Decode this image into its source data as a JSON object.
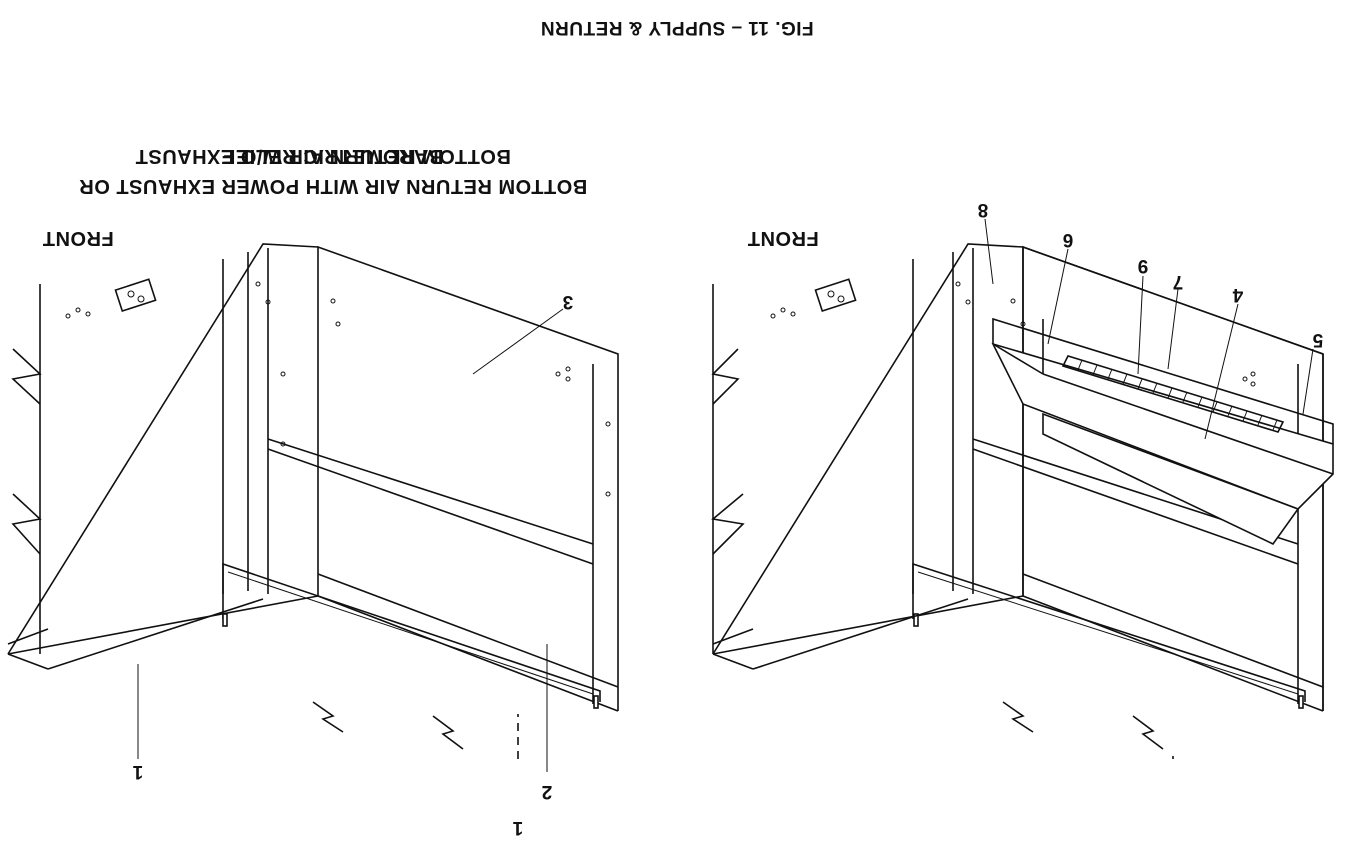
{
  "figure": {
    "title": "FIG. 11 – SUPPLY & RETURN"
  },
  "left_view": {
    "heading_line1": "BOTTOM RETURN AIR WITH POWER EXHAUST OR",
    "heading_line2": "BAROMETRIC RELIEF",
    "front_label": "FRONT",
    "callouts": [
      "4",
      "5",
      "6",
      "7",
      "8",
      "9"
    ]
  },
  "right_view": {
    "heading": "BOTTOM RETURN AIR W/O EXHAUST",
    "front_label": "FRONT",
    "callouts": [
      "1",
      "1",
      "2",
      "3"
    ]
  }
}
